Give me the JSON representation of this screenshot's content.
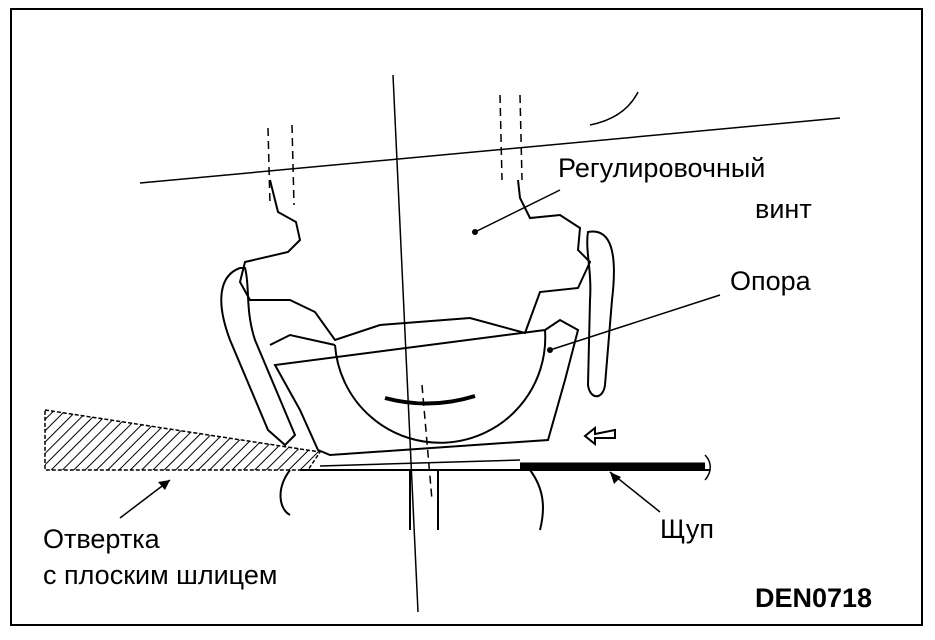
{
  "labels": {
    "adjusting_screw_line1": "Регулировочный",
    "adjusting_screw_line2": "винт",
    "support": "Опора",
    "screwdriver_line1": "Отвертка",
    "screwdriver_line2": "с плоским шлицем",
    "feeler_gauge": "Щуп"
  },
  "figure_code": "DEN0718"
}
